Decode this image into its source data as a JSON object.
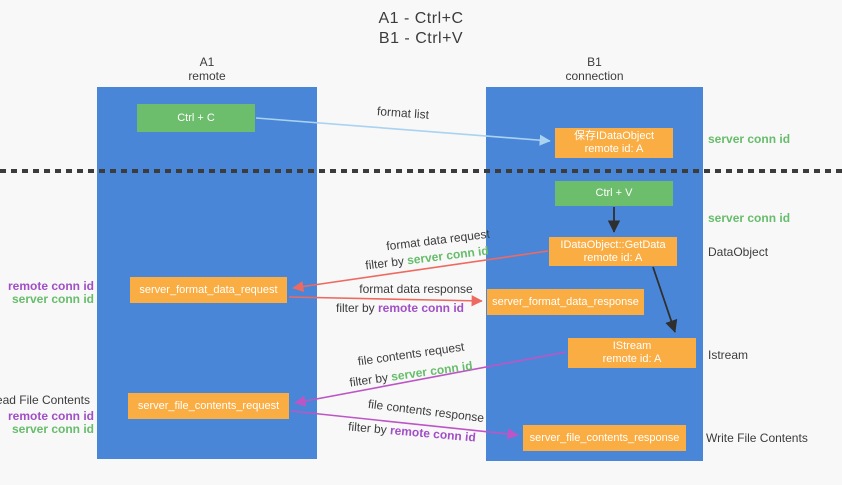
{
  "colors": {
    "background": "#f8f8f8",
    "lifeline_blue": "#4a86d8",
    "box_green": "#6cbe6c",
    "box_orange": "#f9ad43",
    "arrow_lightblue": "#a9d3f1",
    "arrow_red": "#ee6a60",
    "arrow_magenta": "#bd55c6",
    "arrow_black": "#2f2f2f",
    "text_dark": "#3c3c3c",
    "label_green": "#67bd6b",
    "label_purple": "#a14fc6"
  },
  "title": {
    "line1": "A1 - Ctrl+C",
    "line2": "B1 - Ctrl+V"
  },
  "lifelines": {
    "a1": {
      "name": "A1",
      "role": "remote"
    },
    "b1": {
      "name": "B1",
      "role": "connection"
    }
  },
  "boxes": {
    "ctrl_c": {
      "label": "Ctrl + C"
    },
    "ctrl_v": {
      "label": "Ctrl + V"
    },
    "save_dataobject": {
      "line1": "保存IDataObject",
      "line2": "remote id: A"
    },
    "getdata": {
      "line1": "IDataObject::GetData",
      "line2": "remote id: A"
    },
    "istream": {
      "line1": "IStream",
      "line2": "remote id: A"
    },
    "server_format_data_request": {
      "label": "server_format_data_request"
    },
    "server_format_data_response": {
      "label": "server_format_data_response"
    },
    "server_file_contents_request": {
      "label": "server_file_contents_request"
    },
    "server_file_contents_response": {
      "label": "server_file_contents_response"
    }
  },
  "edge_labels": {
    "format_list": "format list",
    "format_data_request": "format data request",
    "format_data_response": "format data response",
    "file_contents_request": "file contents request",
    "file_contents_response": "file contents response",
    "filter_by": "filter by ",
    "server_conn_id": "server conn id",
    "remote_conn_id": "remote conn id"
  },
  "side_labels": {
    "server_conn_id_top": "server conn id",
    "server_conn_id_mid": "server conn id",
    "dataobject": "DataObject",
    "istream": "Istream",
    "write_file_contents": "Write File Contents",
    "read_file_contents": "Read File Contents",
    "remote_conn_id": "remote conn id",
    "server_conn_id": "server conn id"
  }
}
